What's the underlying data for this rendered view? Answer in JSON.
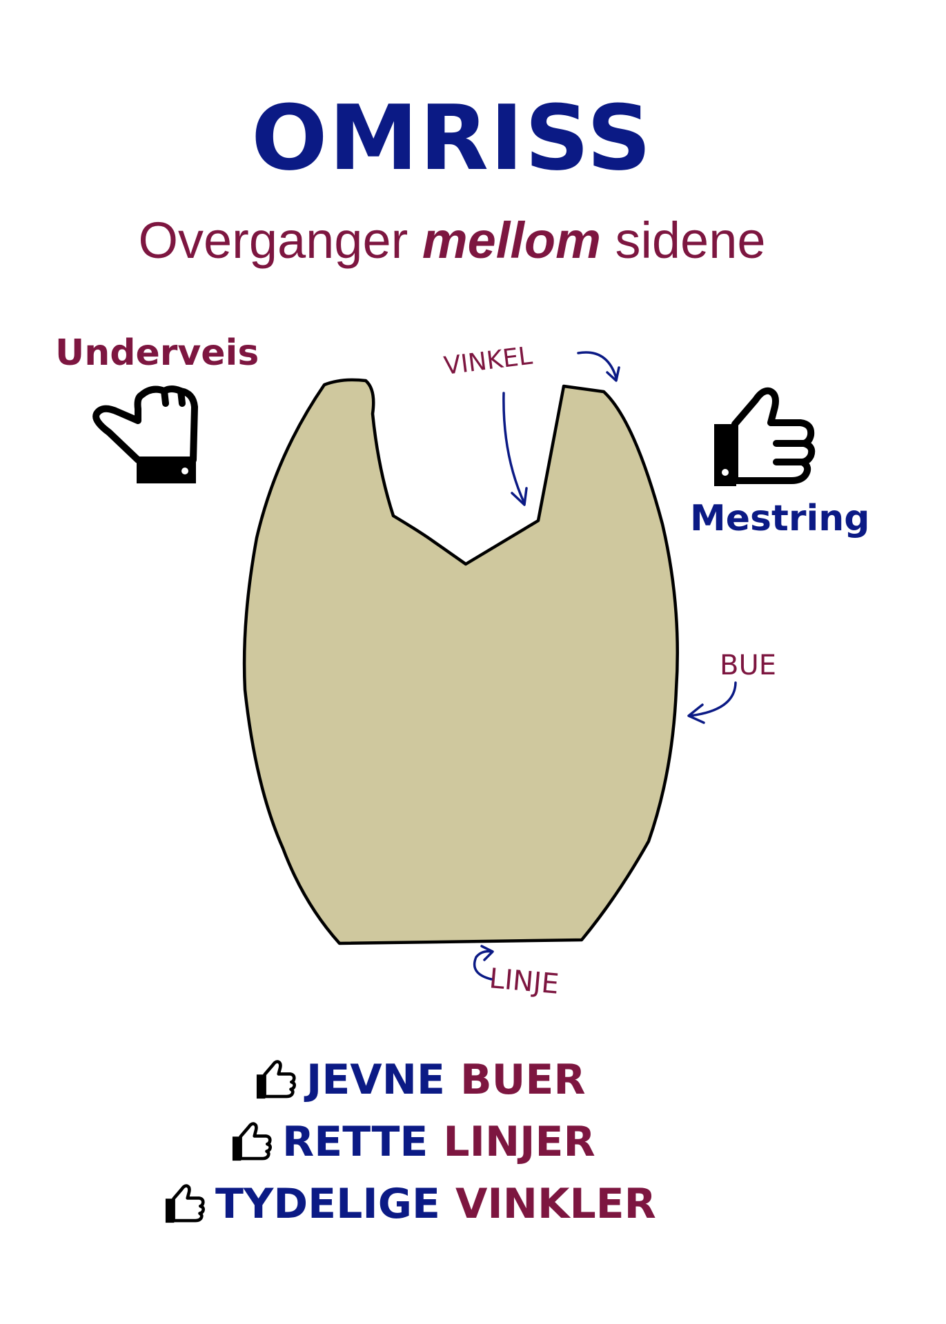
{
  "title": "OMRISS",
  "subtitle": {
    "before": "Overganger ",
    "emphasis": "mellom",
    "after": " sidene"
  },
  "labels": {
    "left": "Underveis",
    "right": "Mestring"
  },
  "annotations": {
    "angle": "VINKEL",
    "curve": "BUE",
    "line": "LINJE"
  },
  "icons": {
    "left": "thumb-sideways-icon",
    "right": "thumbs-up-icon",
    "list": "thumbs-up-icon"
  },
  "colors": {
    "navy": "#0b1a85",
    "maroon": "#7d1640",
    "shape_fill": "#cfc89e"
  },
  "checklist": [
    {
      "word1": "JEVNE",
      "word2": "BUER"
    },
    {
      "word1": "RETTE",
      "word2": "LINJER"
    },
    {
      "word1": "TYDELIGE",
      "word2": "VINKLER"
    }
  ]
}
